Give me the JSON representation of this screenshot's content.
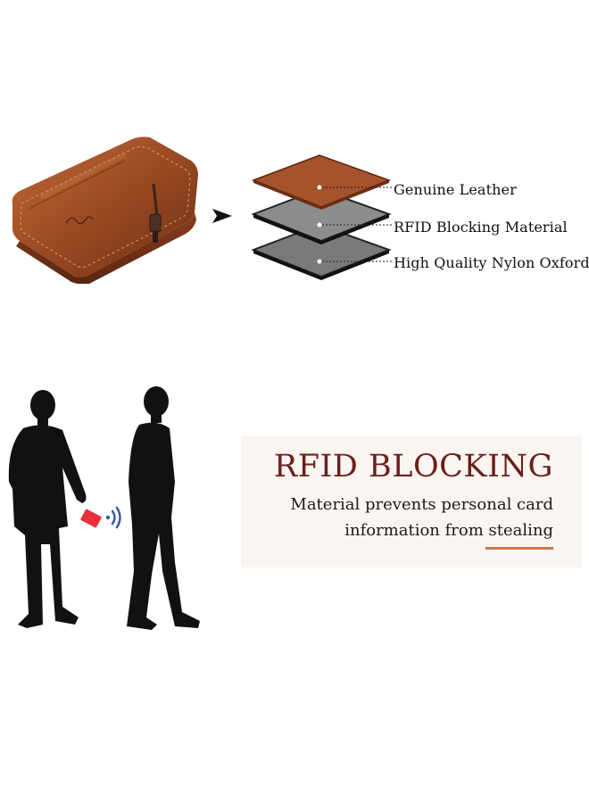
{
  "layers": {
    "items": [
      {
        "label": "Genuine Leather"
      },
      {
        "label": "RFID Blocking Material"
      },
      {
        "label": "High Quality Nylon Oxford"
      }
    ]
  },
  "rfid": {
    "title": "RFID BLOCKING",
    "subtitle_line1": "Material prevents personal card",
    "subtitle_line2": "information from stealing"
  },
  "colors": {
    "leather": "#a4532a",
    "title": "#6b1f1a",
    "accent": "#c87a4a",
    "panel": "#fbf5f2",
    "card": "#e8303a",
    "signal": "#3a5aa8"
  },
  "icons": {
    "arrow": "arrow-right-icon",
    "signal": "signal-waves-icon"
  }
}
